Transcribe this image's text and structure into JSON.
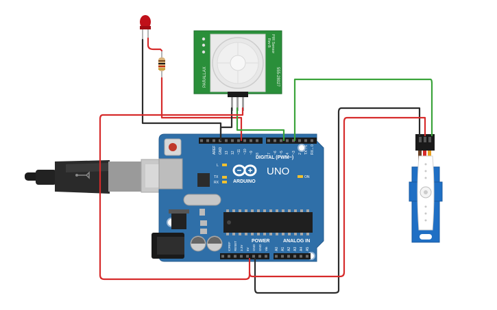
{
  "board": {
    "brand": "ARDUINO",
    "model": "UNO",
    "on_label": "ON",
    "digital_header": "DIGITAL (PWM~)",
    "power_header": "POWER",
    "analog_header": "ANALOG IN",
    "led_l": "L",
    "led_tx": "TX",
    "led_rx": "RX",
    "top_pins": [
      "AREF",
      "GND",
      "13",
      "12",
      "~11",
      "~10",
      "~9",
      "8",
      "7",
      "~6",
      "~5",
      "4",
      "~3",
      "2",
      "TX→1",
      "RX←0"
    ],
    "power_pins": [
      "IOREF",
      "RESET",
      "3.3V",
      "5V",
      "GND",
      "GND",
      "Vin"
    ],
    "analog_pins": [
      "A0",
      "A1",
      "A2",
      "A3",
      "A4",
      "A5"
    ]
  },
  "pir_sensor": {
    "label_left": "PARALLAX",
    "label_right_1": "PIR Sensor",
    "label_right_2": "Rev B",
    "part_number": "555-28027"
  },
  "colors": {
    "board_blue": "#2f6fa8",
    "pcb_green": "#2a8f3a",
    "wire_red": "#d62a2a",
    "wire_black": "#2b2b2b",
    "wire_green": "#3aa33a",
    "servo_blue": "#1f6fc4",
    "led_red": "#c0101a"
  },
  "icons": [
    "usb-cable-icon",
    "led-icon",
    "resistor-icon",
    "servo-icon",
    "arduino-infinity-logo-icon"
  ]
}
